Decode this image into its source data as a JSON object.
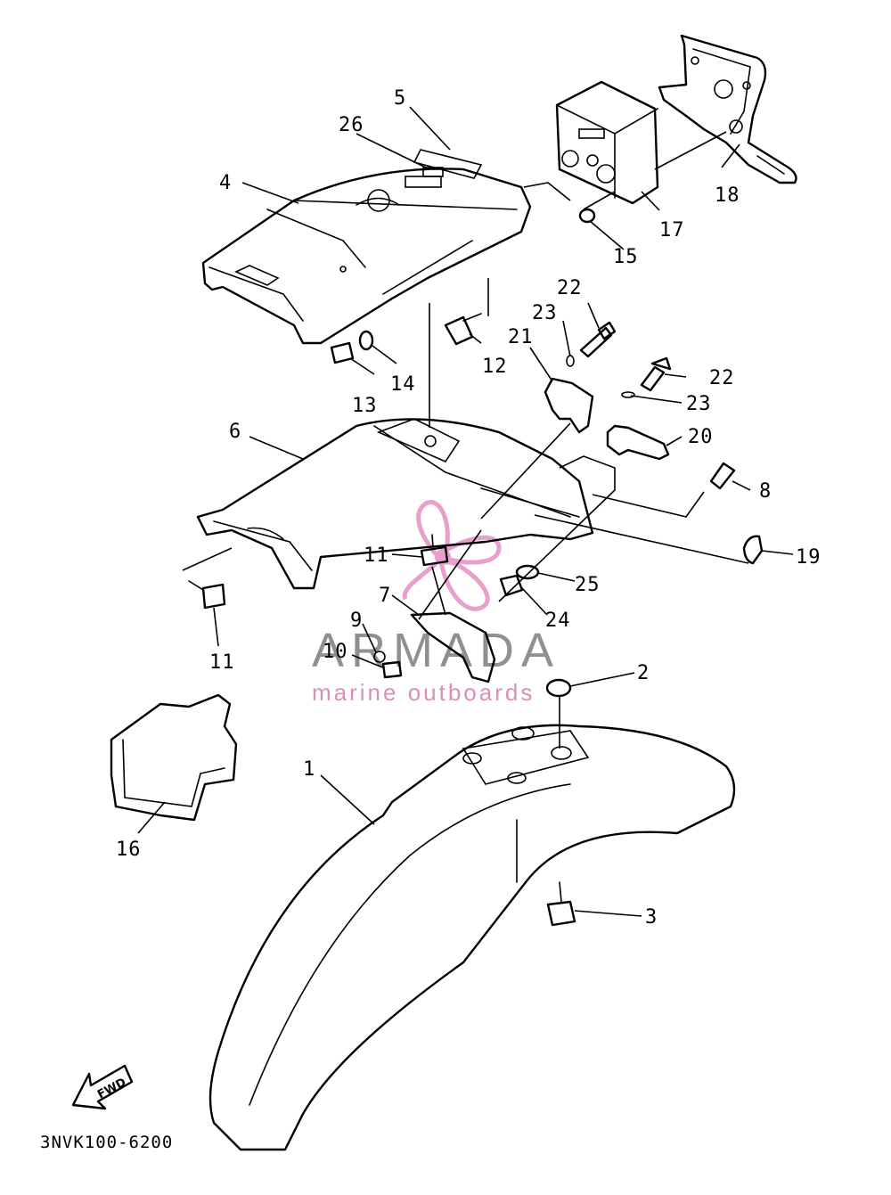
{
  "diagram": {
    "drawing_code": "3NVK100-6200",
    "fwd_label": "FWD",
    "callouts": [
      "1",
      "2",
      "3",
      "4",
      "5",
      "6",
      "7",
      "8",
      "9",
      "10",
      "11",
      "11",
      "12",
      "13",
      "14",
      "15",
      "16",
      "17",
      "18",
      "19",
      "20",
      "21",
      "22",
      "22",
      "23",
      "23",
      "24",
      "25",
      "26"
    ]
  },
  "watermark": {
    "title": "ARMADA",
    "subtitle": "marine outboards",
    "accent_color": "#e58fc4",
    "title_color": "#7d7d7d"
  },
  "colors": {
    "line": "#000000",
    "background": "#ffffff"
  }
}
